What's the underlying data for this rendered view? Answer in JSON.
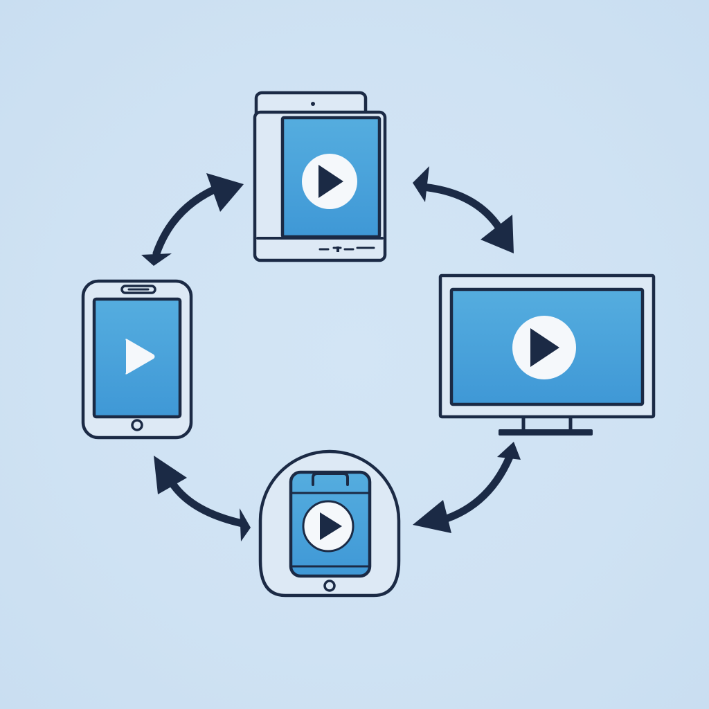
{
  "diagram": {
    "devices": [
      {
        "id": "tablet",
        "icon": "tablet-icon",
        "play": "play-icon"
      },
      {
        "id": "tv",
        "icon": "monitor-icon",
        "play": "play-icon"
      },
      {
        "id": "portable-player",
        "icon": "portable-player-icon",
        "play": "play-icon"
      },
      {
        "id": "smartphone",
        "icon": "smartphone-icon",
        "play": "play-icon"
      }
    ],
    "connections": [
      {
        "from": "smartphone",
        "to": "tablet",
        "direction": "bidirectional"
      },
      {
        "from": "tablet",
        "to": "tv",
        "direction": "bidirectional"
      },
      {
        "from": "tv",
        "to": "portable-player",
        "direction": "bidirectional"
      },
      {
        "from": "portable-player",
        "to": "smartphone",
        "direction": "bidirectional"
      }
    ],
    "colors": {
      "background": "#cfe2f3",
      "screen": "#4aa3dd",
      "outline": "#1b2a45",
      "play_disc": "#f5f8fb"
    }
  }
}
